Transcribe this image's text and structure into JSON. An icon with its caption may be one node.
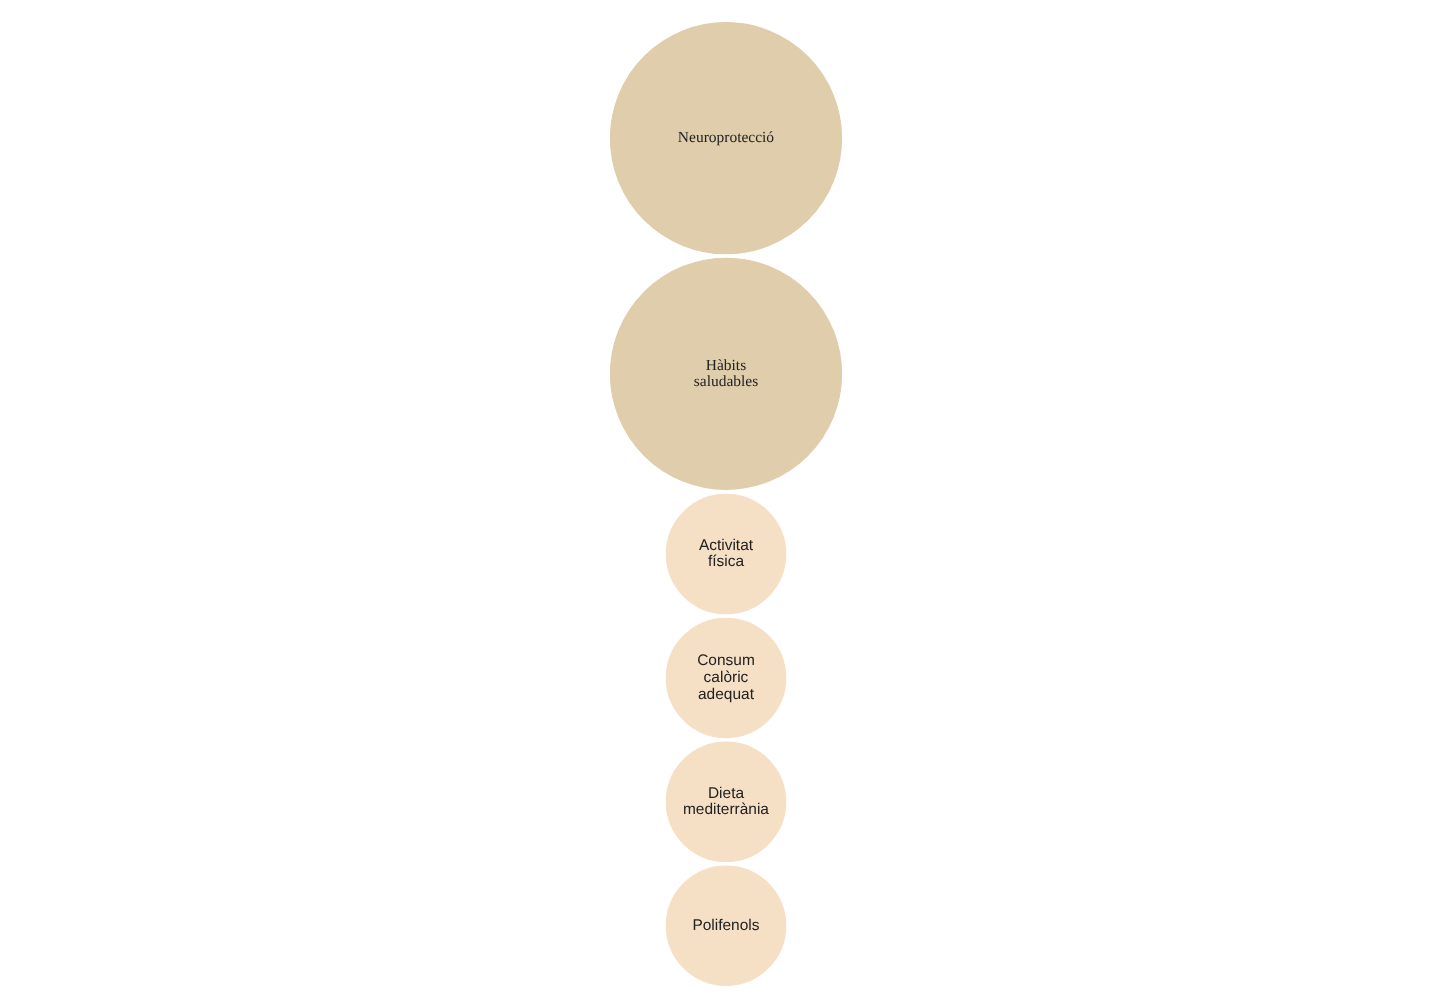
{
  "diagram": {
    "nodes": [
      {
        "text": [
          "Polifenols"
        ]
      },
      {
        "text": [
          "Dieta mediterrània"
        ]
      },
      {
        "text": [
          "Consum calòric adequat"
        ]
      },
      {
        "text": [
          "Activitat física"
        ]
      },
      {
        "text": [
          "Hàbits saludables"
        ]
      },
      {
        "text": [
          "Neuroprotecció"
        ]
      }
    ]
  }
}
